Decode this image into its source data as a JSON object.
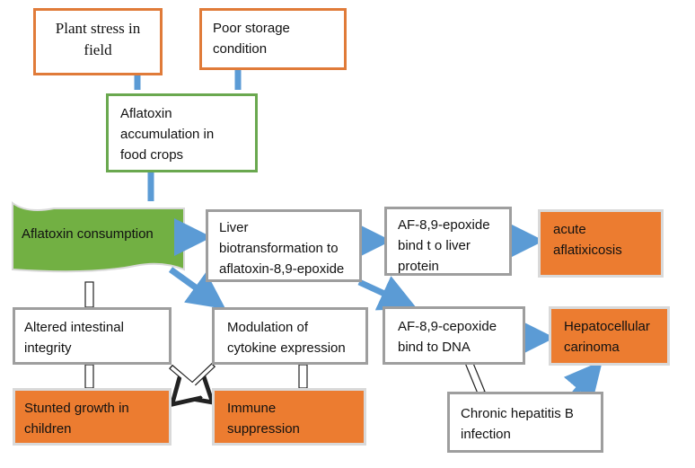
{
  "colors": {
    "orange_border": "#e07b39",
    "orange_fill": "#ec7c30",
    "green_border": "#6aa84f",
    "green_fill": "#72b043",
    "gray_border": "#9e9e9e",
    "blue_arrow": "#5b9bd5"
  },
  "nodes": {
    "plant_stress": "Plant stress in\nfield",
    "poor_storage": "Poor storage\ncondition",
    "accumulation": "Aflatoxin\naccumulation in\nfood crops",
    "consumption": "Aflatoxin consumption",
    "liver_bio": "Liver\nbiotransformation to\naflatoxin-8,9-epoxide",
    "epoxide_protein": "AF-8,9-epoxide\nbind t o liver\nprotein",
    "acute": "acute\naflatixicosis",
    "intestinal": "Altered intestinal\nintegrity",
    "cytokine": "Modulation of\ncytokine expression",
    "cepoxide_dna": "AF-8,9-cepoxide\nbind to DNA",
    "hepatocellular": "Hepatocellular\ncarinoma",
    "stunted": "Stunted growth in\nchildren",
    "immune": "Immune\nsuppression",
    "hepatitis": "Chronic hepatitis B\ninfection"
  }
}
